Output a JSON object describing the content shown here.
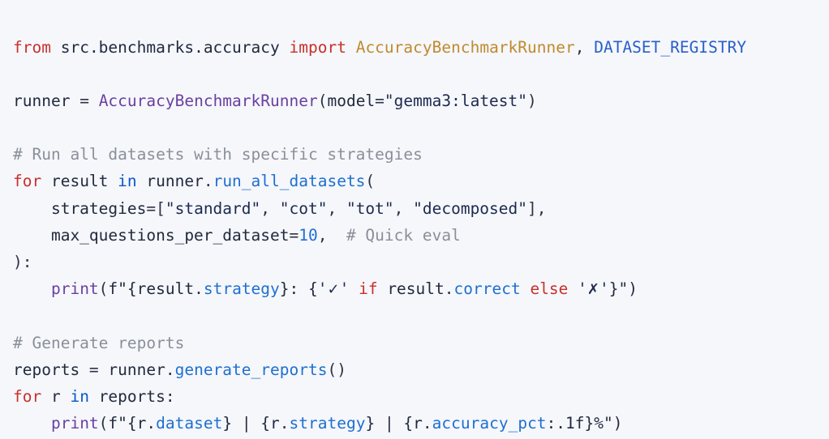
{
  "editor": {
    "language": "python",
    "background_color": "#f5f7fb",
    "foreground_color": "#212a3e",
    "theme_colors": {
      "keyword": "#c9302c",
      "keyword_secondary": "#0b57c7",
      "class_name": "#c08a2e",
      "constant": "#2a5fc9",
      "function": "#1f6fd0",
      "builtin_call": "#6b3fa0",
      "attribute": "#1f6fd0",
      "string": "#1d2a50",
      "number": "#1f6fd0",
      "comment": "#8a8f98",
      "punctuation": "#2b3245"
    }
  },
  "code": {
    "lines": [
      {
        "id": "line-1",
        "tokens": [
          {
            "t": "from",
            "c": "keyword"
          },
          {
            "t": " ",
            "c": "default"
          },
          {
            "t": "src.benchmarks.accuracy",
            "c": "default"
          },
          {
            "t": " ",
            "c": "default"
          },
          {
            "t": "import",
            "c": "keyword"
          },
          {
            "t": " ",
            "c": "default"
          },
          {
            "t": "AccuracyBenchmarkRunner",
            "c": "class"
          },
          {
            "t": ", ",
            "c": "punct"
          },
          {
            "t": "DATASET_REGISTRY",
            "c": "const"
          }
        ]
      },
      {
        "id": "line-2",
        "tokens": []
      },
      {
        "id": "line-3",
        "tokens": [
          {
            "t": "runner ",
            "c": "default"
          },
          {
            "t": "=",
            "c": "punct"
          },
          {
            "t": " ",
            "c": "default"
          },
          {
            "t": "AccuracyBenchmarkRunner",
            "c": "call"
          },
          {
            "t": "(",
            "c": "punct"
          },
          {
            "t": "model",
            "c": "default"
          },
          {
            "t": "=",
            "c": "punct"
          },
          {
            "t": "\"gemma3:latest\"",
            "c": "string"
          },
          {
            "t": ")",
            "c": "punct"
          }
        ]
      },
      {
        "id": "line-4",
        "tokens": []
      },
      {
        "id": "line-5",
        "tokens": [
          {
            "t": "# Run all datasets with specific strategies",
            "c": "comment"
          }
        ]
      },
      {
        "id": "line-6",
        "tokens": [
          {
            "t": "for",
            "c": "keyword"
          },
          {
            "t": " result ",
            "c": "default"
          },
          {
            "t": "in",
            "c": "keyword2"
          },
          {
            "t": " runner",
            "c": "default"
          },
          {
            "t": ".",
            "c": "punct"
          },
          {
            "t": "run_all_datasets",
            "c": "fn"
          },
          {
            "t": "(",
            "c": "punct"
          }
        ]
      },
      {
        "id": "line-7",
        "tokens": [
          {
            "t": "    strategies",
            "c": "default"
          },
          {
            "t": "=[",
            "c": "punct"
          },
          {
            "t": "\"standard\"",
            "c": "string"
          },
          {
            "t": ", ",
            "c": "punct"
          },
          {
            "t": "\"cot\"",
            "c": "string"
          },
          {
            "t": ", ",
            "c": "punct"
          },
          {
            "t": "\"tot\"",
            "c": "string"
          },
          {
            "t": ", ",
            "c": "punct"
          },
          {
            "t": "\"decomposed\"",
            "c": "string"
          },
          {
            "t": "],",
            "c": "punct"
          }
        ]
      },
      {
        "id": "line-8",
        "tokens": [
          {
            "t": "    max_questions_per_dataset",
            "c": "default"
          },
          {
            "t": "=",
            "c": "punct"
          },
          {
            "t": "10",
            "c": "number"
          },
          {
            "t": ",  ",
            "c": "punct"
          },
          {
            "t": "# Quick eval",
            "c": "comment"
          }
        ]
      },
      {
        "id": "line-9",
        "tokens": [
          {
            "t": "):",
            "c": "punct"
          }
        ]
      },
      {
        "id": "line-10",
        "tokens": [
          {
            "t": "    ",
            "c": "default"
          },
          {
            "t": "print",
            "c": "call"
          },
          {
            "t": "(",
            "c": "punct"
          },
          {
            "t": "f\"{",
            "c": "default"
          },
          {
            "t": "result",
            "c": "default"
          },
          {
            "t": ".",
            "c": "punct"
          },
          {
            "t": "strategy",
            "c": "attr"
          },
          {
            "t": "}: {",
            "c": "default"
          },
          {
            "t": "'✓'",
            "c": "symbol"
          },
          {
            "t": " ",
            "c": "default"
          },
          {
            "t": "if",
            "c": "keyword"
          },
          {
            "t": " result",
            "c": "default"
          },
          {
            "t": ".",
            "c": "punct"
          },
          {
            "t": "correct",
            "c": "attr"
          },
          {
            "t": " ",
            "c": "default"
          },
          {
            "t": "else",
            "c": "keyword"
          },
          {
            "t": " ",
            "c": "default"
          },
          {
            "t": "'✗'",
            "c": "symbol"
          },
          {
            "t": "}\")",
            "c": "default"
          }
        ]
      },
      {
        "id": "line-11",
        "tokens": []
      },
      {
        "id": "line-12",
        "tokens": [
          {
            "t": "# Generate reports",
            "c": "comment"
          }
        ]
      },
      {
        "id": "line-13",
        "tokens": [
          {
            "t": "reports ",
            "c": "default"
          },
          {
            "t": "=",
            "c": "punct"
          },
          {
            "t": " runner",
            "c": "default"
          },
          {
            "t": ".",
            "c": "punct"
          },
          {
            "t": "generate_reports",
            "c": "fn"
          },
          {
            "t": "()",
            "c": "punct"
          }
        ]
      },
      {
        "id": "line-14",
        "tokens": [
          {
            "t": "for",
            "c": "keyword"
          },
          {
            "t": " r ",
            "c": "default"
          },
          {
            "t": "in",
            "c": "keyword2"
          },
          {
            "t": " reports:",
            "c": "default"
          }
        ]
      },
      {
        "id": "line-15",
        "tokens": [
          {
            "t": "    ",
            "c": "default"
          },
          {
            "t": "print",
            "c": "call"
          },
          {
            "t": "(",
            "c": "punct"
          },
          {
            "t": "f\"{",
            "c": "default"
          },
          {
            "t": "r",
            "c": "default"
          },
          {
            "t": ".",
            "c": "punct"
          },
          {
            "t": "dataset",
            "c": "attr"
          },
          {
            "t": "} | {",
            "c": "default"
          },
          {
            "t": "r",
            "c": "default"
          },
          {
            "t": ".",
            "c": "punct"
          },
          {
            "t": "strategy",
            "c": "attr"
          },
          {
            "t": "} | {",
            "c": "default"
          },
          {
            "t": "r",
            "c": "default"
          },
          {
            "t": ".",
            "c": "punct"
          },
          {
            "t": "accuracy_pct",
            "c": "attr"
          },
          {
            "t": ":.1f}%\")",
            "c": "default"
          }
        ]
      }
    ],
    "plain_text": "from src.benchmarks.accuracy import AccuracyBenchmarkRunner, DATASET_REGISTRY\n\nrunner = AccuracyBenchmarkRunner(model=\"gemma3:latest\")\n\n# Run all datasets with specific strategies\nfor result in runner.run_all_datasets(\n    strategies=[\"standard\", \"cot\", \"tot\", \"decomposed\"],\n    max_questions_per_dataset=10,  # Quick eval\n):\n    print(f\"{result.strategy}: {'✓' if result.correct else '✗'}\")\n\n# Generate reports\nreports = runner.generate_reports()\nfor r in reports:\n    print(f\"{r.dataset} | {r.strategy} | {r.accuracy_pct:.1f}%\")"
  }
}
